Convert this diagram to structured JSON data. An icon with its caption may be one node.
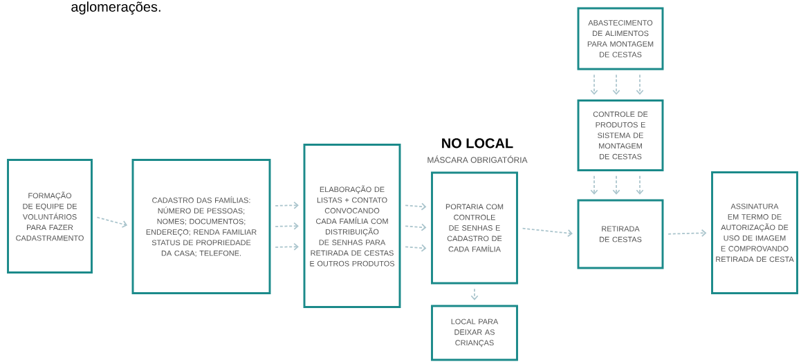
{
  "diagram": {
    "nodes": [
      {
        "text": [
          "FORMAÇÃO DE EQUIPE DE VOLUNTÁRIOS PARA FAZER CADASTRAMENTO"
        ]
      },
      {
        "text": [
          "CADASTRO DAS FAMÍLIAS: NÚMERO DE PESSOAS; NOMES; DOCUMENTOS; ENDEREÇO; RENDA FAMILIAR STATUS DE PROPRIEDADE DA CASA; TELEFONE."
        ]
      },
      {
        "text": [
          "ELABORAÇÃO DE LISTAS + CONTATO CONVOCANDO CADA FAMÍLIA COM DISTRIBUIÇÃO DE SENHAS PARA RETIRADA DE CESTAS E OUTROS PRODUTOS"
        ]
      },
      {
        "text": [
          "PORTARIA COM CONTROLE DE SENHAS E CADASTRO DE CADA FAMÍLIA"
        ]
      },
      {
        "text": [
          "LOCAL PARA DEIXAR AS CRIANÇAS"
        ]
      },
      {
        "text": [
          "ABASTECIMENTO DE ALIMENTOS PARA MONTAGEM DE CESTAS"
        ]
      },
      {
        "text": [
          "CONTROLE DE PRODUTOS E SISTEMA DE MONTAGEM DE CESTAS"
        ]
      },
      {
        "text": [
          "RETIRADA DE CESTAS"
        ]
      },
      {
        "text": [
          "ASSINATURA EM TERMO DE AUTORIZAÇÃO DE USO DE IMAGEM E COMPROVANDO RETIRADA DE CESTA"
        ]
      }
    ],
    "edges": [
      {
        "from": 0,
        "to": 1,
        "arrow": "to"
      },
      {
        "from": 1,
        "to": 2,
        "arrow": "to"
      },
      {
        "from": 1,
        "to": 2,
        "arrow": "to"
      },
      {
        "from": 1,
        "to": 2,
        "arrow": "to"
      },
      {
        "from": 2,
        "to": 3,
        "arrow": "to"
      },
      {
        "from": 2,
        "to": 3,
        "arrow": "to"
      },
      {
        "from": 2,
        "to": 3,
        "arrow": "to"
      },
      {
        "from": 3,
        "to": 4,
        "arrow": "to"
      },
      {
        "from": 3,
        "to": 7,
        "arrow": "to"
      },
      {
        "from": 5,
        "to": 6,
        "arrow": "to"
      },
      {
        "from": 5,
        "to": 6,
        "arrow": "to"
      },
      {
        "from": 5,
        "to": 6,
        "arrow": "to"
      },
      {
        "from": 6,
        "to": 7,
        "arrow": "to"
      },
      {
        "from": 6,
        "to": 7,
        "arrow": "to"
      },
      {
        "from": 6,
        "to": 7,
        "arrow": "to"
      },
      {
        "from": 7,
        "to": 8,
        "arrow": "to"
      }
    ],
    "labels": [
      "aglomerações.",
      "NO LOCAL",
      "MÁSCARA OBRIGATÓRIA"
    ]
  }
}
